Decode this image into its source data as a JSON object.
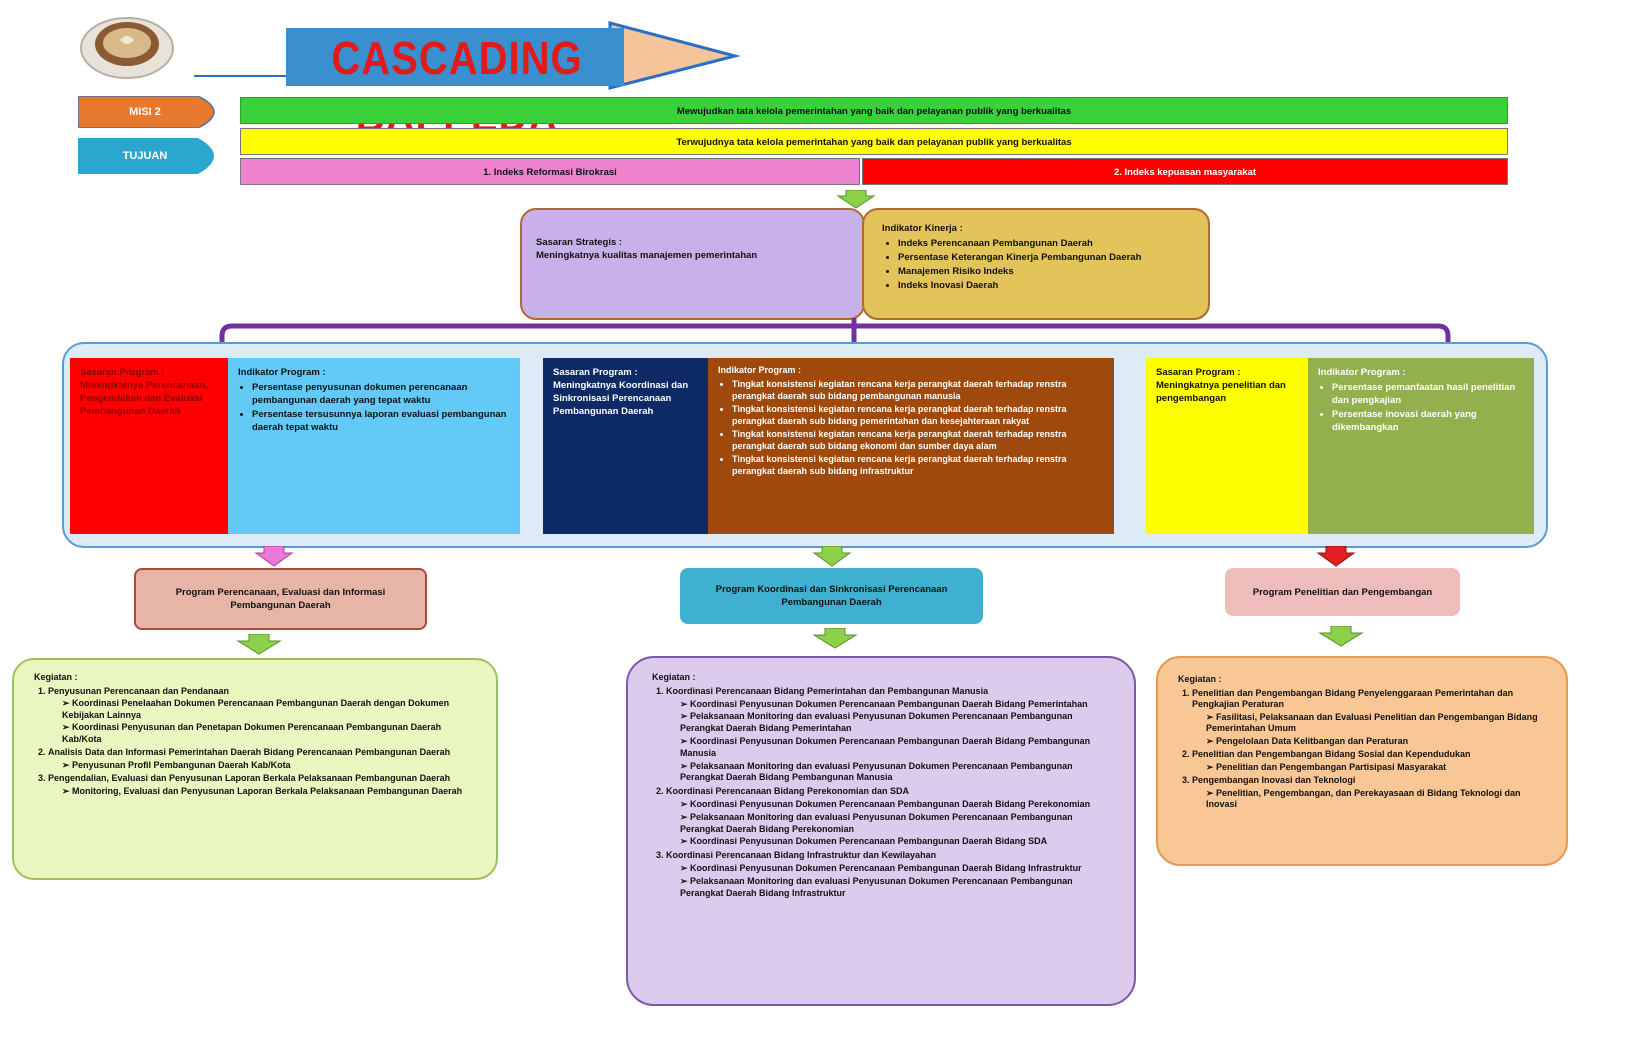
{
  "header": {
    "title": "CASCADING BAPPEDA",
    "logo_icon": "coffee-cup-icon"
  },
  "misi": {
    "tag": "MISI 2",
    "text": "Mewujudkan tata kelola pemerintahan yang baik dan pelayanan publik yang berkualitas",
    "color": "#39d139"
  },
  "tujuan": {
    "tag": "TUJUAN",
    "text": "Terwujudnya tata kelola pemerintahan yang baik dan pelayanan publik yang berkualitas",
    "color": "#ffff00"
  },
  "indikator_tujuan": [
    {
      "text": "1. Indeks Reformasi Birokrasi",
      "color": "#ee82cf"
    },
    {
      "text": "2. Indeks kepuasan masyarakat",
      "color": "#ff0000"
    }
  ],
  "sasaran_strategis": {
    "label": "Sasaran Strategis :",
    "text": "Meningkatnya kualitas manajemen pemerintahan"
  },
  "indikator_kinerja": {
    "label": "Indikator Kinerja :",
    "items": [
      "Indeks Perencanaan Pembangunan Daerah",
      "Persentase Keterangan Kinerja Pembangunan Daerah",
      "Manajemen Risiko Indeks",
      "Indeks Inovasi Daerah"
    ]
  },
  "program_blocks": [
    {
      "sasaran_label": "Sasaran Program :",
      "sasaran_text": "Meningkatnya Perencanaan, Pengendalian dan Evaluasi Pembangunan Daerah",
      "indikator_label": "Indikator Program :",
      "indikator_items": [
        "Persentase penyusunan dokumen perencanaan pembangunan daerah yang tepat waktu",
        "Persentase tersusunnya laporan evaluasi pembangunan daerah tepat waktu"
      ]
    },
    {
      "sasaran_label": "Sasaran Program :",
      "sasaran_text": "Meningkatnya Koordinasi dan Sinkronisasi Perencanaan Pembangunan Daerah",
      "indikator_label": "Indikator Program :",
      "indikator_items": [
        "Tingkat konsistensi kegiatan rencana kerja perangkat daerah terhadap renstra perangkat daerah sub bidang pembangunan manusia",
        "Tingkat konsistensi kegiatan rencana kerja perangkat daerah terhadap renstra perangkat daerah sub bidang pemerintahan dan kesejahteraan rakyat",
        "Tingkat konsistensi kegiatan rencana kerja perangkat daerah terhadap renstra perangkat daerah sub bidang ekonomi dan sumber daya alam",
        "Tingkat konsistensi kegiatan rencana kerja perangkat daerah terhadap renstra perangkat daerah sub bidang infrastruktur"
      ]
    },
    {
      "sasaran_label": "Sasaran Program :",
      "sasaran_text": "Meningkatnya penelitian dan pengembangan",
      "indikator_label": "Indikator Program :",
      "indikator_items": [
        "Persentase pemanfaatan hasil penelitian dan pengkajian",
        "Persentase inovasi daerah yang dikembangkan"
      ]
    }
  ],
  "programs": [
    "Program Perencanaan, Evaluasi dan Informasi Pembangunan Daerah",
    "Program Koordinasi dan Sinkronisasi Perencanaan Pembangunan Daerah",
    "Program Penelitian dan Pengembangan"
  ],
  "kegiatan": [
    {
      "label": "Kegiatan :",
      "items": [
        {
          "title": "Penyusunan Perencanaan dan Pendanaan",
          "subs": [
            "Koordinasi Penelaahan Dokumen Perencanaan Pembangunan Daerah dengan Dokumen Kebijakan Lainnya",
            "Koordinasi Penyusunan dan Penetapan Dokumen Perencanaan Pembangunan Daerah Kab/Kota"
          ]
        },
        {
          "title": "Analisis Data dan Informasi Pemerintahan Daerah Bidang Perencanaan Pembangunan Daerah",
          "subs": [
            "Penyusunan Profil Pembangunan Daerah Kab/Kota"
          ]
        },
        {
          "title": "Pengendalian, Evaluasi dan Penyusunan Laporan Berkala Pelaksanaan Pembangunan Daerah",
          "subs": [
            "Monitoring, Evaluasi dan Penyusunan Laporan Berkala Pelaksanaan Pembangunan Daerah"
          ]
        }
      ]
    },
    {
      "label": "Kegiatan :",
      "items": [
        {
          "title": "Koordinasi Perencanaan Bidang Pemerintahan dan Pembangunan Manusia",
          "subs": [
            "Koordinasi Penyusunan Dokumen Perencanaan Pembangunan Daerah Bidang Pemerintahan",
            "Pelaksanaan Monitoring dan evaluasi Penyusunan Dokumen Perencanaan Pembangunan Perangkat Daerah Bidang Pemerintahan",
            "Koordinasi Penyusunan Dokumen Perencanaan Pembangunan Daerah Bidang Pembangunan Manusia",
            "Pelaksanaan Monitoring dan evaluasi Penyusunan Dokumen Perencanaan Pembangunan Perangkat Daerah Bidang Pembangunan Manusia"
          ]
        },
        {
          "title": "Koordinasi Perencanaan Bidang Perekonomian dan SDA",
          "subs": [
            "Koordinasi Penyusunan Dokumen Perencanaan Pembangunan Daerah Bidang Perekonomian",
            "Pelaksanaan Monitoring dan evaluasi Penyusunan Dokumen Perencanaan Pembangunan Perangkat Daerah Bidang Perekonomian",
            "Koordinasi Penyusunan Dokumen Perencanaan Pembangunan Daerah Bidang SDA"
          ]
        },
        {
          "title": "Koordinasi Perencanaan Bidang Infrastruktur dan Kewilayahan",
          "subs": [
            "Koordinasi Penyusunan Dokumen Perencanaan Pembangunan Daerah Bidang Infrastruktur",
            "Pelaksanaan Monitoring dan evaluasi Penyusunan Dokumen Perencanaan Pembangunan Perangkat Daerah Bidang Infrastruktur"
          ]
        }
      ]
    },
    {
      "label": "Kegiatan :",
      "items": [
        {
          "title": "Penelitian dan Pengembangan Bidang Penyelenggaraan Pemerintahan dan Pengkajian Peraturan",
          "subs": [
            "Fasilitasi, Pelaksanaan dan Evaluasi Penelitian dan Pengembangan Bidang Pemerintahan Umum",
            "Pengelolaan Data Kelitbangan dan Peraturan"
          ]
        },
        {
          "title": "Penelitian dan Pengembangan Bidang Sosial dan Kependudukan",
          "subs": [
            "Penelitian dan Pengembangan Partisipasi Masyarakat"
          ]
        },
        {
          "title": "Pengembangan Inovasi dan Teknologi",
          "subs": [
            "Penelitian, Pengembangan, dan Perekayasaan di Bidang Teknologi dan Inovasi"
          ]
        }
      ]
    }
  ]
}
